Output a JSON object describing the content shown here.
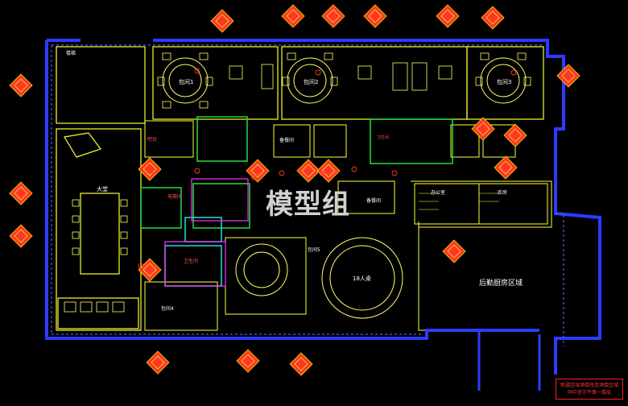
{
  "watermark": "模型组",
  "title_block": {
    "line1": "新疆区域酒楼改造酒楼区域",
    "line2": "同中宫示平面一楼层"
  },
  "colors": {
    "background": "#000000",
    "outer_wall": "#2b3cff",
    "inner_wall": "#ffff33",
    "furniture": "#ffff66",
    "marker_fill": "#ff3a1a",
    "highlight_green": "#22dd44",
    "highlight_cyan": "#22dddd",
    "highlight_magenta": "#ff33ff"
  },
  "rooms": {
    "private1": "包间1",
    "private2": "包间2",
    "private3": "包间3",
    "lobby": "大堂",
    "kitchen_area": "后勤厨房区域",
    "table18": "18人桌",
    "office": "办公室",
    "storage": "库房",
    "bar": "吧台",
    "pantry": "备餐间",
    "pantry2": "备餐间",
    "restroom": "卫生间",
    "restroom2": "卫生间",
    "dining": "包间5",
    "stairs": "楼梯",
    "elevator": "电梯间",
    "entry_corner": "包间4"
  }
}
